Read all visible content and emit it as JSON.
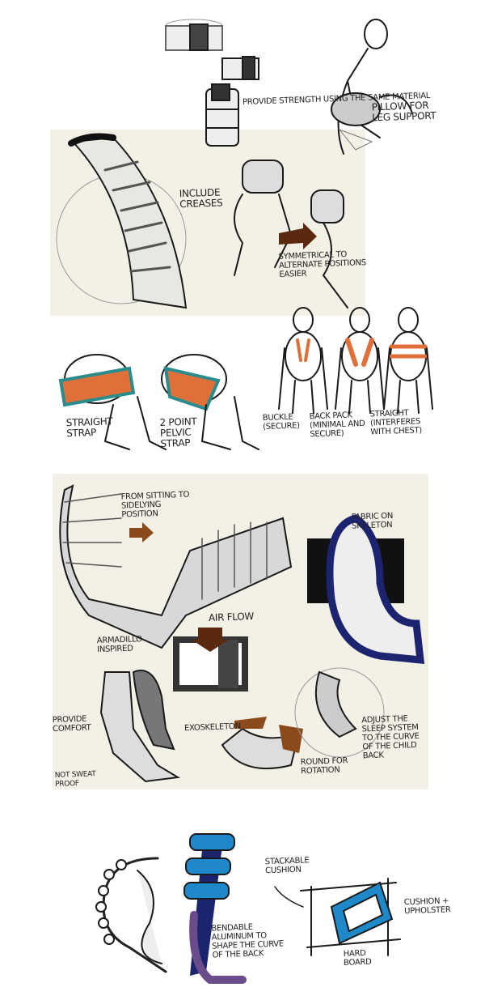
{
  "notes": {
    "provide_strength": "Provide strength using the same material",
    "pillow": "Pillow for leg support",
    "include_creases": "Include creases",
    "symmetrical": "Symmetrical to alternate positions easier",
    "straight_strap": "Straight strap",
    "pelvic_strap": "2 point pelvic strap",
    "buckle": "Buckle (secure)",
    "back_pack": "Back pack (minimal and secure)",
    "straight_chest": "Straight (interferes with chest)",
    "sitting_to_sidelying": "From sitting to sidelying position",
    "fabric_skeleton": "Fabric on skeleton",
    "air_flow": "Air flow",
    "armadillo": "Armadillo inspired",
    "provide_comfort": "Provide comfort",
    "exoskeleton": "Exoskeleton",
    "not_sweat_proof": "Not sweat proof",
    "round_rotation": "Round for rotation",
    "adjust_sleep": "Adjust the sleep system to the curve of the child back",
    "stackable_cushion": "Stackable cushion",
    "bendable_aluminum": "Bendable aluminum to shape the curve of the back",
    "cushion_upholster": "Cushion + upholster",
    "hard_board": "Hard board"
  },
  "colors": {
    "paper": "#f3f1e6",
    "ink": "#1a1a1a",
    "orange": "#e0703a",
    "teal": "#2a8c8c",
    "brown": "#6b3416",
    "navy": "#1c2470",
    "blue": "#1e88c8"
  }
}
